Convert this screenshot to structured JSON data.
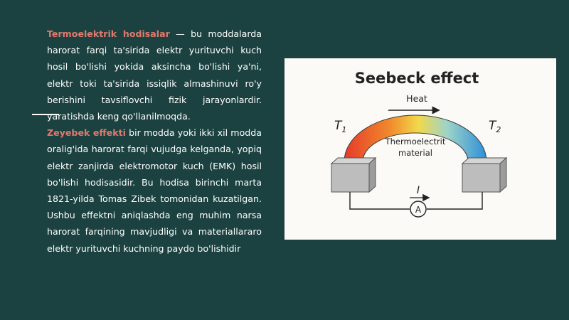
{
  "paragraph1": {
    "term": "Termoelektrik hodisalar",
    "text": " — bu moddalarda harorat farqi ta'sirida elektr yurituvchi kuch hosil bo'lishi yokida aksincha bo'lishi ya'ni, elektr toki ta'sirida issiqlik almashinuvi ro'y berishini tavsiflovchi fizik jarayonlardir. yaratishda keng qo'llanilmoqda."
  },
  "paragraph2": {
    "term": "Zeyebek effekti",
    "text": " bir modda yoki ikki xil modda oralig'ida harorat farqi vujudga kelganda, yopiq elektr zanjirda elektromotor kuch (EMK) hosil bo'lishi hodisasidir. Bu hodisa birinchi marta 1821-yilda Tomas Zibek tomonidan kuzatilgan. Ushbu effektni aniqlashda eng muhim narsa harorat farqining mavjudligi va materiallararo elektr yurituvchi kuchning paydo bo'lishidir"
  },
  "figure": {
    "title": "Seebeck effect",
    "heat_label": "Heat",
    "t1_main": "T",
    "t1_sub": "1",
    "t2_main": "T",
    "t2_sub": "2",
    "material_line1": "Thermoelectrit",
    "material_line2": "material",
    "current_label": "I",
    "ammeter_label": "A"
  },
  "colors": {
    "background": "#1b4240",
    "highlight": "#e07a6e",
    "text": "#ffffff",
    "figure_background": "#fbfaf6",
    "gradient_hot": "#e63a2a",
    "gradient_warm": "#f2c230",
    "gradient_cool": "#2e8fd8"
  }
}
